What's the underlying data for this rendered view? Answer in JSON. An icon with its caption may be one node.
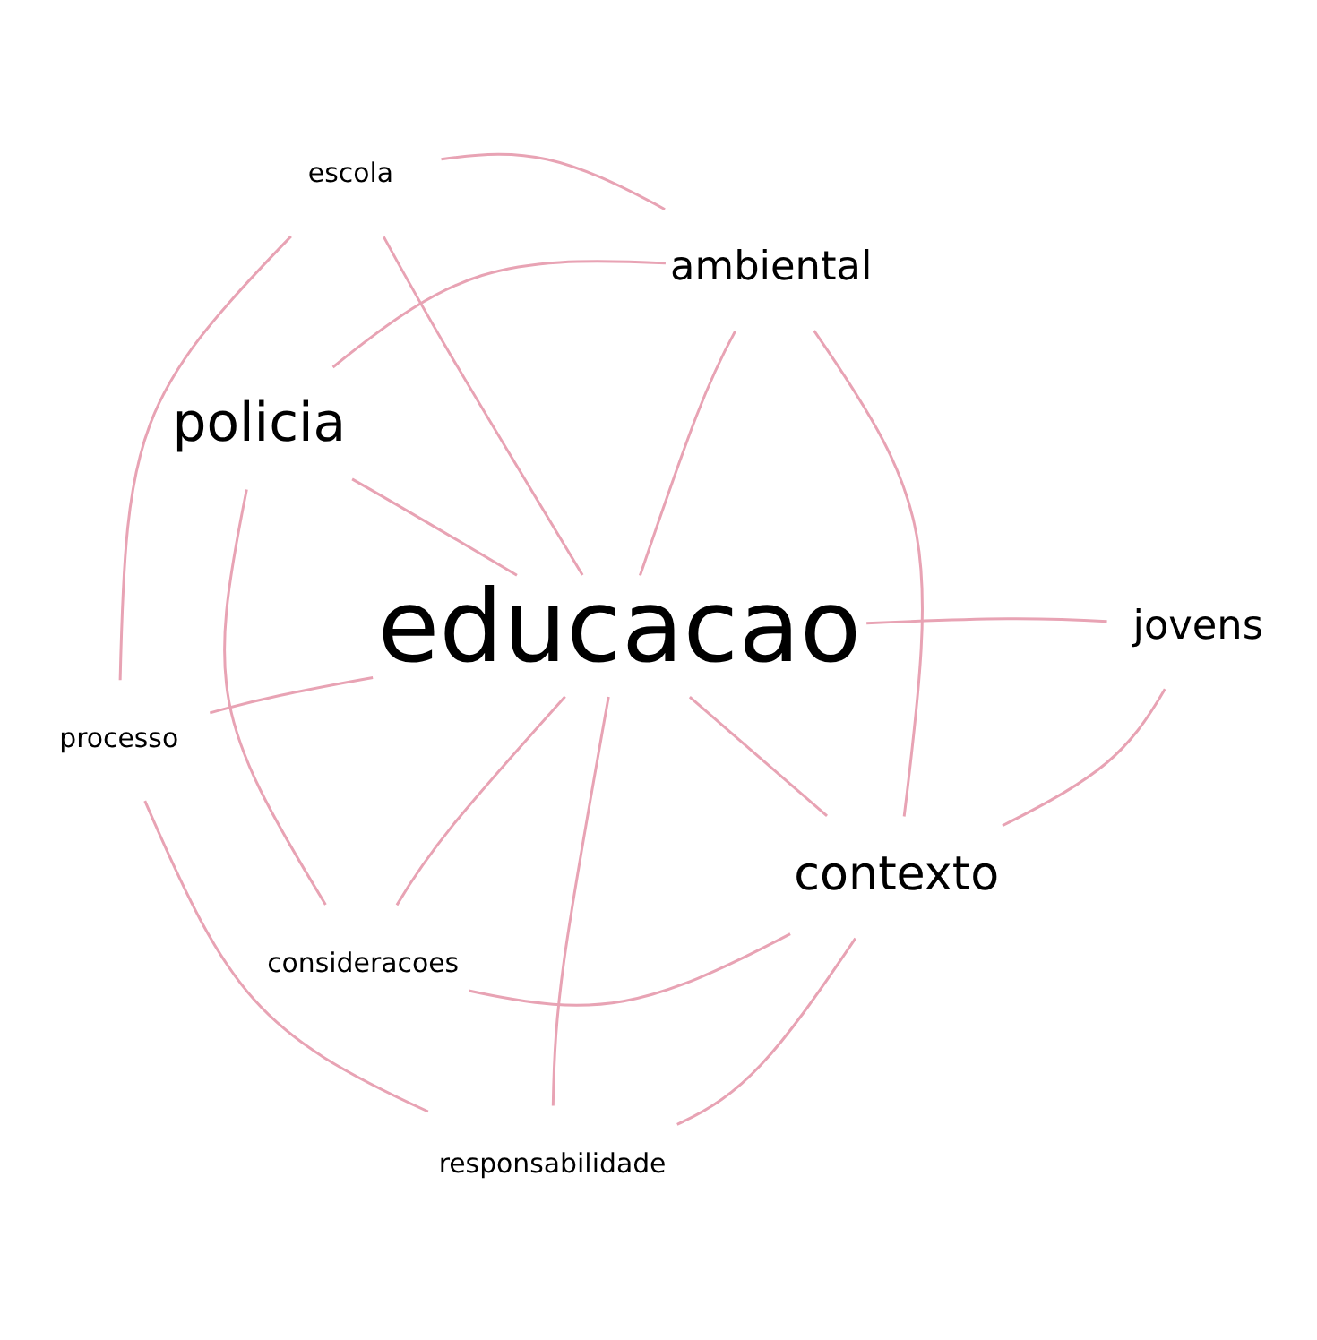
{
  "diagram": {
    "nodes": [
      {
        "text": [
          "policia"
        ]
      },
      {
        "text": [
          "ambiental"
        ]
      },
      {
        "text": [
          "consideracoes"
        ]
      },
      {
        "text": [
          "escola"
        ]
      },
      {
        "text": [
          "contexto"
        ]
      },
      {
        "text": [
          "educacao"
        ]
      },
      {
        "text": [
          "processo"
        ]
      },
      {
        "text": [
          "responsabilidade"
        ]
      },
      {
        "text": [
          "jovens"
        ]
      }
    ],
    "edges": [
      {
        "from": 5,
        "to": 1,
        "arrow": "none"
      },
      {
        "from": 5,
        "to": 4,
        "arrow": "none"
      },
      {
        "from": 5,
        "to": 8,
        "arrow": "none"
      },
      {
        "from": 5,
        "to": 0,
        "arrow": "none"
      },
      {
        "from": 5,
        "to": 3,
        "arrow": "none"
      },
      {
        "from": 5,
        "to": 6,
        "arrow": "none"
      },
      {
        "from": 5,
        "to": 7,
        "arrow": "none"
      },
      {
        "from": 5,
        "to": 2,
        "arrow": "none"
      },
      {
        "from": 0,
        "to": 1,
        "arrow": "none"
      },
      {
        "from": 0,
        "to": 2,
        "arrow": "none"
      },
      {
        "from": 1,
        "to": 4,
        "arrow": "none"
      },
      {
        "from": 1,
        "to": 3,
        "arrow": "none"
      },
      {
        "from": 4,
        "to": 8,
        "arrow": "none"
      },
      {
        "from": 4,
        "to": 2,
        "arrow": "none"
      },
      {
        "from": 3,
        "to": 6,
        "arrow": "none"
      },
      {
        "from": 6,
        "to": 7,
        "arrow": "none"
      },
      {
        "from": 7,
        "to": 4,
        "arrow": "none"
      }
    ]
  }
}
